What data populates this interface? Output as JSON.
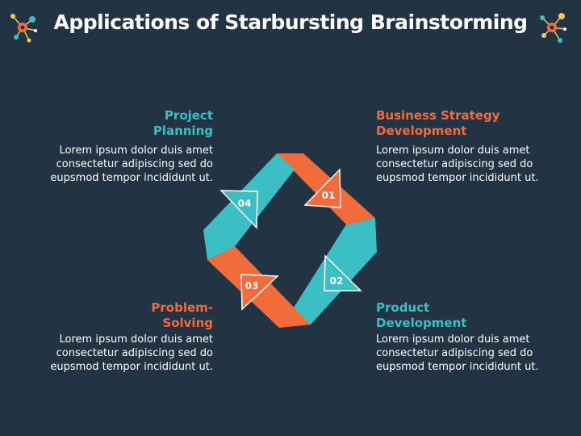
{
  "title": "Applications of Starbursting Brainstorming",
  "colors": {
    "background": "#223343",
    "teal": "#3bbfc5",
    "orange": "#f26b3a",
    "text": "#ffffff"
  },
  "icons": {
    "left": "starburst-molecule-icon",
    "right": "starburst-molecule-icon"
  },
  "steps": [
    {
      "number": "01",
      "heading_line1": "Business Strategy",
      "heading_line2": "Development",
      "color": "#f26b3a",
      "body": [
        "Lorem ipsum dolor duis amet",
        "consectetur adipiscing sed do",
        "eupsmod tempor incididunt ut."
      ]
    },
    {
      "number": "02",
      "heading_line1": "Product",
      "heading_line2": "Development",
      "color": "#3bbfc5",
      "body": [
        "Lorem ipsum dolor duis amet",
        "consectetur adipiscing sed do",
        "eupsmod tempor incididunt ut."
      ]
    },
    {
      "number": "03",
      "heading_line1": "Problem-",
      "heading_line2": "Solving",
      "color": "#f26b3a",
      "body": [
        "Lorem ipsum dolor duis amet",
        "consectetur adipiscing sed do",
        "eupsmod tempor incididunt ut."
      ]
    },
    {
      "number": "04",
      "heading_line1": "Project",
      "heading_line2": "Planning",
      "color": "#3bbfc5",
      "body": [
        "Lorem ipsum dolor duis amet",
        "consectetur adipiscing sed do",
        "eupsmod tempor incididunt ut."
      ]
    }
  ]
}
